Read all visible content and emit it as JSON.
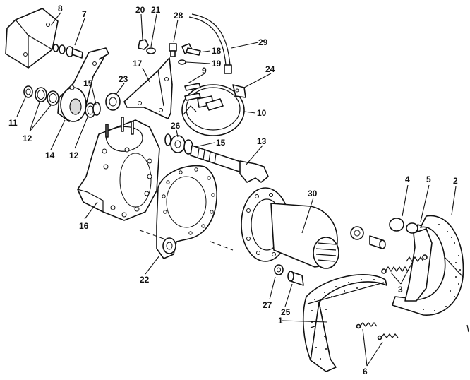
{
  "diagram": {
    "callouts": [
      {
        "id": "c1",
        "text": "1"
      },
      {
        "id": "c2",
        "text": "2"
      },
      {
        "id": "c3",
        "text": "3"
      },
      {
        "id": "c4",
        "text": "4"
      },
      {
        "id": "c5",
        "text": "5"
      },
      {
        "id": "c6",
        "text": "6"
      },
      {
        "id": "c7",
        "text": "7"
      },
      {
        "id": "c8",
        "text": "8"
      },
      {
        "id": "c9",
        "text": "9"
      },
      {
        "id": "c10",
        "text": "10"
      },
      {
        "id": "c11",
        "text": "11"
      },
      {
        "id": "c12a",
        "text": "12"
      },
      {
        "id": "c12b",
        "text": "12"
      },
      {
        "id": "c13",
        "text": "13"
      },
      {
        "id": "c14",
        "text": "14"
      },
      {
        "id": "c15a",
        "text": "15"
      },
      {
        "id": "c15b",
        "text": "15"
      },
      {
        "id": "c16",
        "text": "16"
      },
      {
        "id": "c17",
        "text": "17"
      },
      {
        "id": "c18",
        "text": "18"
      },
      {
        "id": "c19",
        "text": "19"
      },
      {
        "id": "c20",
        "text": "20"
      },
      {
        "id": "c21",
        "text": "21"
      },
      {
        "id": "c22",
        "text": "22"
      },
      {
        "id": "c23",
        "text": "23"
      },
      {
        "id": "c24",
        "text": "24"
      },
      {
        "id": "c25",
        "text": "25"
      },
      {
        "id": "c26",
        "text": "26"
      },
      {
        "id": "c27",
        "text": "27"
      },
      {
        "id": "c28",
        "text": "28"
      },
      {
        "id": "c29",
        "text": "29"
      },
      {
        "id": "c30",
        "text": "30"
      }
    ]
  }
}
